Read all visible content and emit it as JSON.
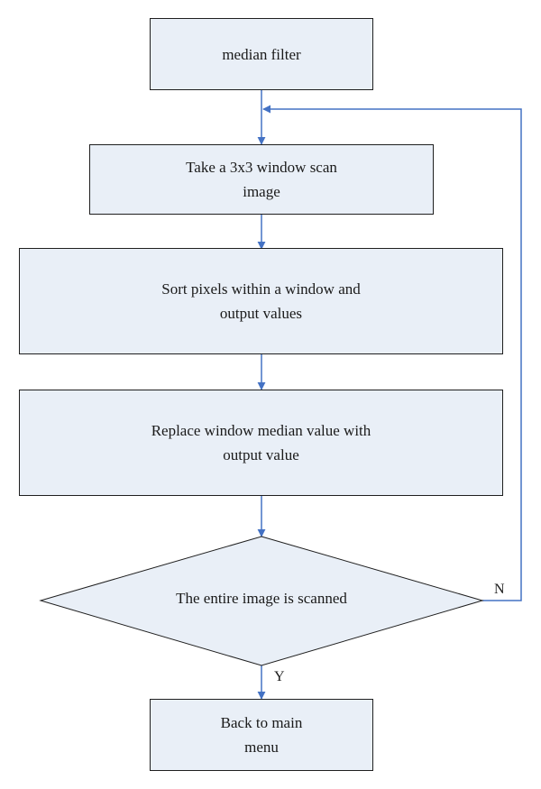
{
  "diagram": {
    "nodes": {
      "start": "median filter",
      "scan": "Take a 3x3 window scan\nimage",
      "sort": "Sort pixels within a window and\noutput values",
      "replace": "Replace window median value with\noutput value",
      "decision": "The entire image is scanned",
      "end": "Back to main\nmenu"
    },
    "branches": {
      "yes": "Y",
      "no": "N"
    },
    "colors": {
      "fill": "#e9eff7",
      "border": "#1f1f1f",
      "arrow": "#4472c4"
    }
  }
}
